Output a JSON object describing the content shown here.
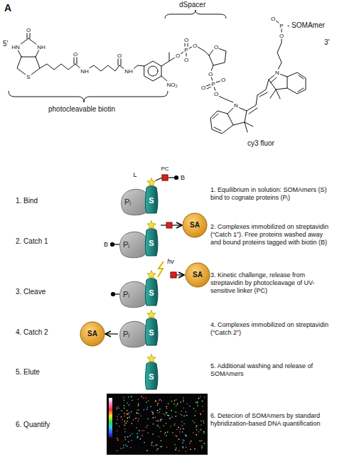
{
  "diagram": {
    "nodes": [
      {
        "text": [
          "Pᵢ"
        ]
      },
      {
        "text": [
          "S"
        ]
      },
      {
        "text": [
          "Pᵢ"
        ]
      },
      {
        "text": [
          "S"
        ]
      },
      {
        "text": [
          "SA"
        ]
      },
      {
        "text": [
          "Pᵢ"
        ]
      },
      {
        "text": [
          "S"
        ]
      },
      {
        "text": [
          "SA"
        ]
      },
      {
        "text": [
          "SA"
        ]
      },
      {
        "text": [
          "Pᵢ"
        ]
      },
      {
        "text": [
          "S"
        ]
      },
      {
        "text": [
          "S"
        ]
      }
    ],
    "edges": [
      {
        "from": 3,
        "to": 4,
        "arrow": "to"
      },
      {
        "from": 9,
        "to": 8,
        "arrow": "to"
      }
    ],
    "labels": [
      "A",
      "5'",
      "dSpacer",
      "3'",
      "- SOMAmer",
      "photocleavable biotin",
      "cy3 fluor",
      "O",
      "HN",
      "NH",
      "S",
      "O",
      "NH",
      "O",
      "NH",
      "NO₂",
      "O",
      "P",
      "O",
      "O",
      "O",
      "O",
      "O",
      "P",
      "O",
      "O",
      "O",
      "N",
      "N",
      "O",
      "P",
      "O",
      "1. Bind",
      "2. Catch 1",
      "3. Cleave",
      "4. Catch 2",
      "5. Elute",
      "6. Quantify",
      "1. Equilibrium in solution: SOMAmers (S) bind to cognate proteins (Pᵢ)",
      "2. Complexes immobilized on streptavidin (“Catch 1”). Free proteins washed away and bound proteins tagged with biotin (B)",
      "3. Kinetic challenge, release from streptavidin by photocleavage of UV-sensitive linker (PC)",
      "4. Complexes immobilized on streptavidin (“Catch 2”)",
      "5. Additional washing and release of SOMAmers",
      "6. Detecion of SOMAmers by standard hybridization-based DNA quantification",
      "L",
      "PC",
      "B",
      "B",
      "hv"
    ]
  }
}
